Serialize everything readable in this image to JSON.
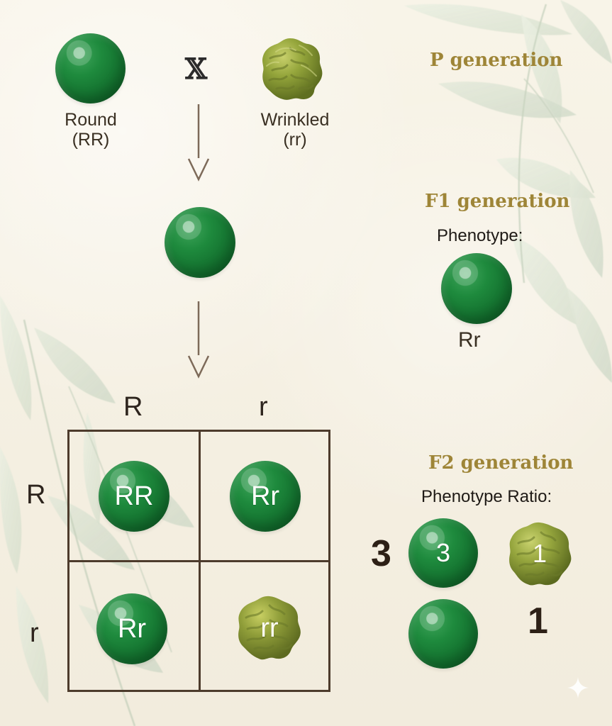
{
  "diagram": {
    "cross_symbol": "𝕏",
    "parent_round_label": "Round",
    "parent_round_genotype": "(RR)",
    "parent_wrinkled_label": "Wrinkled",
    "parent_wrinkled_genotype": "(rr)",
    "p_generation_title": "P generation",
    "f1_generation_title": "F1 generation",
    "f1_phenotype_label": "Phenotype:",
    "f1_genotype": "Rr",
    "punnett": {
      "top_labels": [
        "R",
        "r"
      ],
      "side_labels": [
        "R",
        "r"
      ],
      "cells": [
        "RR",
        "Rr",
        "Rr",
        "rr"
      ]
    },
    "f2_generation_title": "F2 generation",
    "f2_ratio_label": "Phenotype Ratio:",
    "ratio_round_left": "3",
    "ratio_round_count": "3",
    "ratio_wrinkled_count": "1",
    "ratio_wrinkled_right": "1",
    "colors": {
      "pea_green": "#1e8a3d",
      "wrinkled_olive": "#8a9a2f",
      "title_gold": "#9e8537",
      "grid_brown": "#4d3b2c"
    },
    "icons": [
      "round-pea-icon",
      "wrinkled-pea-icon",
      "arrow-down-icon",
      "sparkle-icon",
      "leaf-background-icon"
    ]
  }
}
